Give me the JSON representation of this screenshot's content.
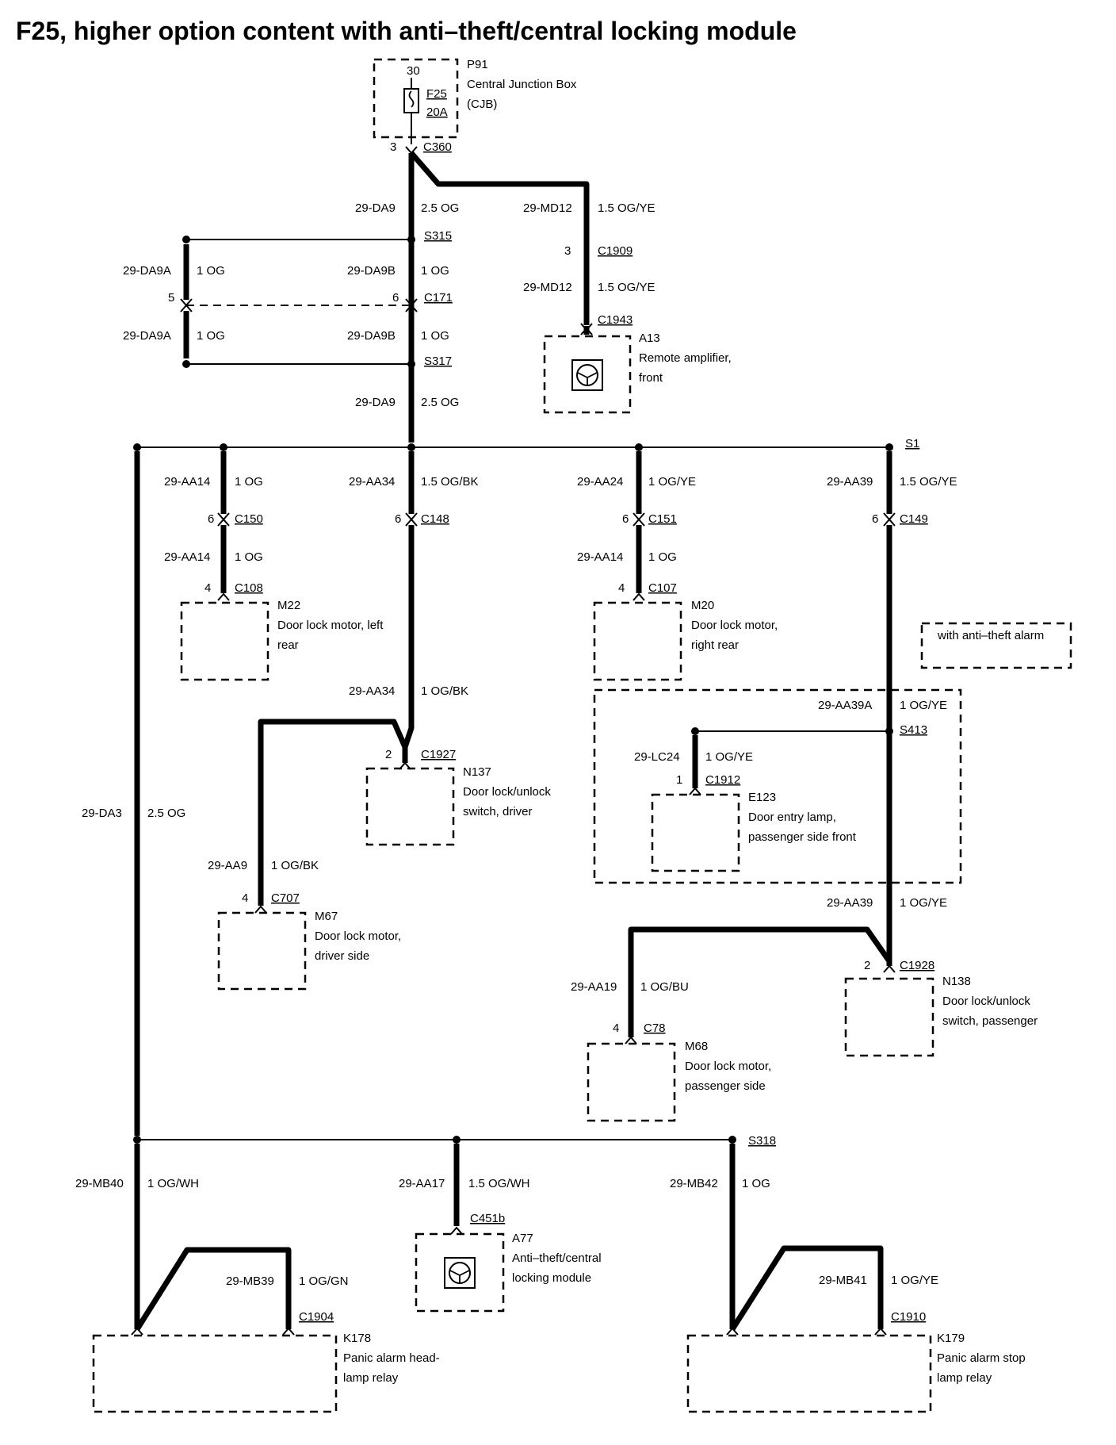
{
  "title": "F25, higher option content with anti–theft/central locking module",
  "fuse": {
    "pin": "30",
    "name": "F25",
    "rating": "20A"
  },
  "cjb": {
    "id": "P91",
    "line1": "Central Junction Box",
    "line2": "(CJB)"
  },
  "connectors": {
    "c360": "C360",
    "c360_pin": "3",
    "c1909": "C1909",
    "c1909_pin": "3",
    "c1943": "C1943",
    "c171": "C171",
    "c171_pin_left": "5",
    "c171_pin_right": "6",
    "c150": "C150",
    "c150_pin": "6",
    "c148": "C148",
    "c148_pin": "6",
    "c151": "C151",
    "c151_pin": "6",
    "c149": "C149",
    "c149_pin": "6",
    "c108": "C108",
    "c108_pin": "4",
    "c107": "C107",
    "c107_pin": "4",
    "c1927": "C1927",
    "c1927_pin": "2",
    "c1912": "C1912",
    "c1912_pin": "1",
    "c707": "C707",
    "c707_pin": "4",
    "c1928": "C1928",
    "c1928_pin": "2",
    "c78": "C78",
    "c78_pin": "4",
    "c451b": "C451b",
    "c1904": "C1904",
    "c1910": "C1910"
  },
  "splices": {
    "s315": "S315",
    "s317": "S317",
    "s1": "S1",
    "s413": "S413",
    "s318": "S318"
  },
  "wires": {
    "da9_top": {
      "circuit": "29-DA9",
      "spec": "2.5 OG"
    },
    "md12_a": {
      "circuit": "29-MD12",
      "spec": "1.5 OG/YE"
    },
    "md12_b": {
      "circuit": "29-MD12",
      "spec": "1.5 OG/YE"
    },
    "da9a_a": {
      "circuit": "29-DA9A",
      "spec": "1 OG"
    },
    "da9b_a": {
      "circuit": "29-DA9B",
      "spec": "1 OG"
    },
    "da9a_b": {
      "circuit": "29-DA9A",
      "spec": "1 OG"
    },
    "da9b_b": {
      "circuit": "29-DA9B",
      "spec": "1 OG"
    },
    "da9_mid": {
      "circuit": "29-DA9",
      "spec": "2.5 OG"
    },
    "aa14_a": {
      "circuit": "29-AA14",
      "spec": "1 OG"
    },
    "aa34_a": {
      "circuit": "29-AA34",
      "spec": "1.5 OG/BK"
    },
    "aa24": {
      "circuit": "29-AA24",
      "spec": "1 OG/YE"
    },
    "aa39_a": {
      "circuit": "29-AA39",
      "spec": "1.5 OG/YE"
    },
    "aa14_b": {
      "circuit": "29-AA14",
      "spec": "1 OG"
    },
    "aa14_c": {
      "circuit": "29-AA14",
      "spec": "1 OG"
    },
    "aa34_b": {
      "circuit": "29-AA34",
      "spec": "1 OG/BK"
    },
    "aa39a": {
      "circuit": "29-AA39A",
      "spec": "1 OG/YE"
    },
    "lc24": {
      "circuit": "29-LC24",
      "spec": "1 OG/YE"
    },
    "da3": {
      "circuit": "29-DA3",
      "spec": "2.5 OG"
    },
    "aa9": {
      "circuit": "29-AA9",
      "spec": "1 OG/BK"
    },
    "aa39_b": {
      "circuit": "29-AA39",
      "spec": "1 OG/YE"
    },
    "aa19": {
      "circuit": "29-AA19",
      "spec": "1 OG/BU"
    },
    "mb40": {
      "circuit": "29-MB40",
      "spec": "1 OG/WH"
    },
    "aa17": {
      "circuit": "29-AA17",
      "spec": "1.5 OG/WH"
    },
    "mb42": {
      "circuit": "29-MB42",
      "spec": "1 OG"
    },
    "mb39": {
      "circuit": "29-MB39",
      "spec": "1 OG/GN"
    },
    "mb41": {
      "circuit": "29-MB41",
      "spec": "1 OG/YE"
    }
  },
  "components": {
    "a13": {
      "id": "A13",
      "line1": "Remote amplifier,",
      "line2": "front"
    },
    "m22": {
      "id": "M22",
      "line1": "Door lock motor, left",
      "line2": "rear"
    },
    "m20": {
      "id": "M20",
      "line1": "Door lock motor,",
      "line2": "right rear"
    },
    "n137": {
      "id": "N137",
      "line1": "Door lock/unlock",
      "line2": "switch, driver"
    },
    "e123": {
      "id": "E123",
      "line1": "Door entry lamp,",
      "line2": "passenger side front"
    },
    "m67": {
      "id": "M67",
      "line1": "Door lock motor,",
      "line2": "driver side"
    },
    "n138": {
      "id": "N138",
      "line1": "Door lock/unlock",
      "line2": "switch, passenger"
    },
    "m68": {
      "id": "M68",
      "line1": "Door lock motor,",
      "line2": "passenger side"
    },
    "a77": {
      "id": "A77",
      "line1": "Anti–theft/central",
      "line2": "locking module"
    },
    "k178": {
      "id": "K178",
      "line1": "Panic alarm head-",
      "line2": "lamp relay"
    },
    "k179": {
      "id": "K179",
      "line1": "Panic alarm stop",
      "line2": "lamp relay"
    }
  },
  "option_note": "with anti–theft alarm"
}
